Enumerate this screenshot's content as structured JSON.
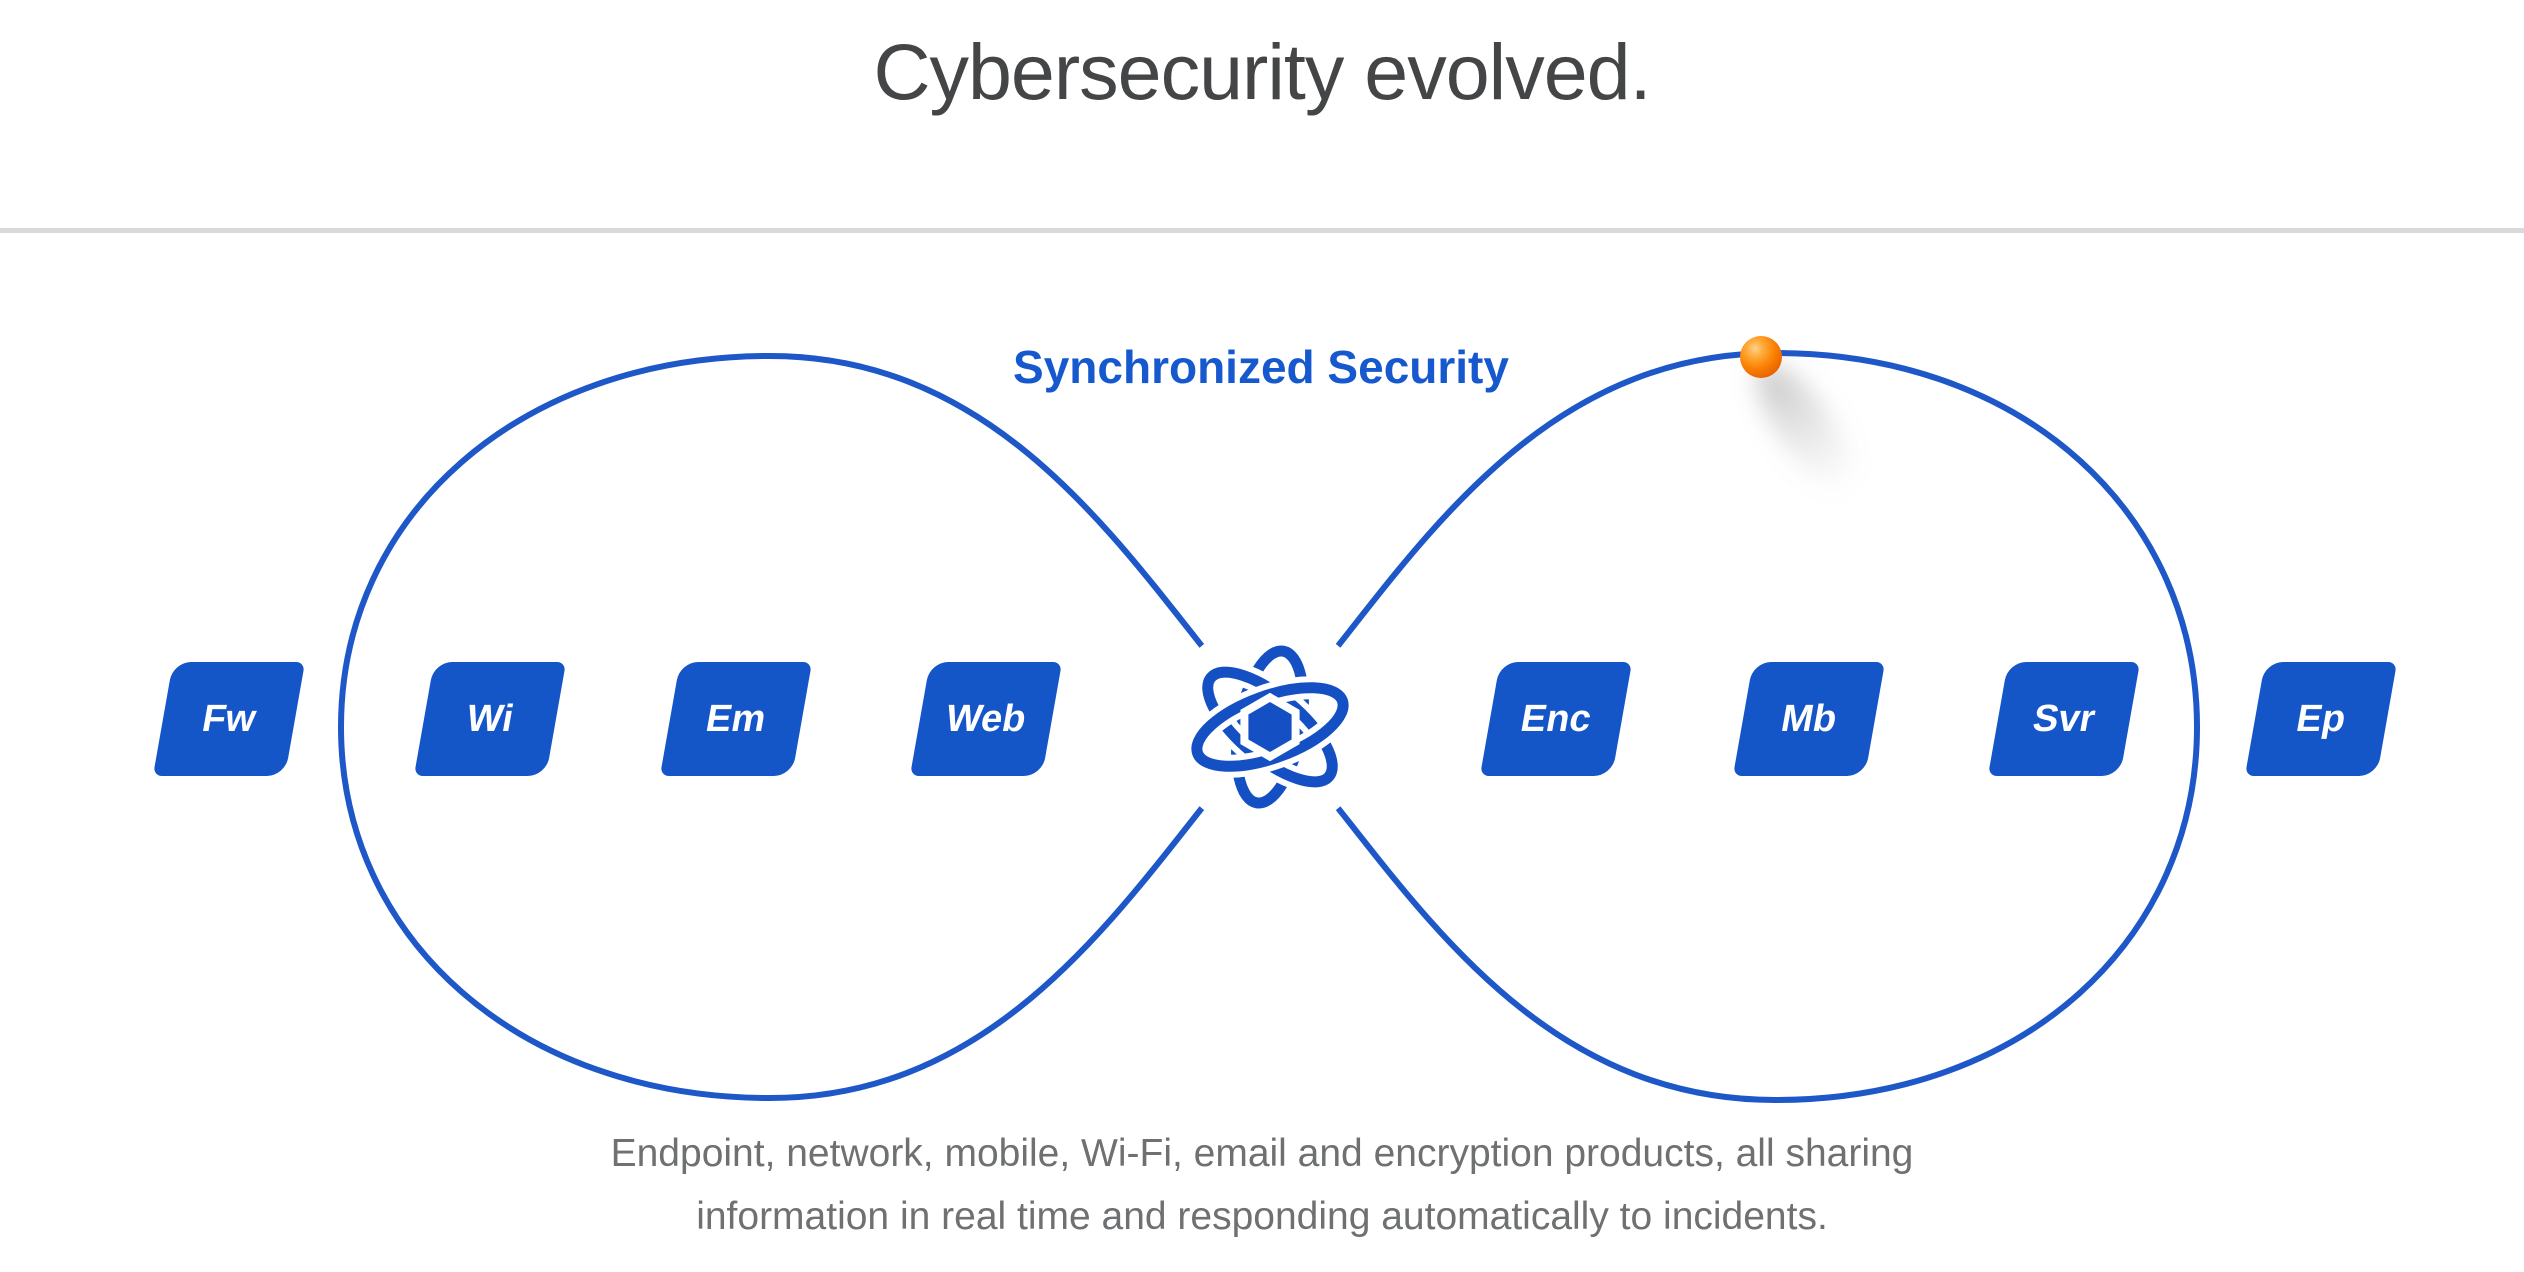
{
  "page": {
    "title": "Cybersecurity evolved.",
    "title_color": "#434547",
    "divider_color": "#d9d9d9",
    "background_color": "#ffffff"
  },
  "diagram": {
    "label": "Synchronized Security",
    "label_color": "#1658ce",
    "loop_color": "#1d57c8",
    "badge_color": "#1455c8",
    "badge_text_color": "#ffffff",
    "ball_color": "#f57d00",
    "badges": [
      {
        "id": "fw",
        "label": "Fw"
      },
      {
        "id": "wi",
        "label": "Wi"
      },
      {
        "id": "em",
        "label": "Em"
      },
      {
        "id": "web",
        "label": "Web"
      },
      {
        "id": "enc",
        "label": "Enc"
      },
      {
        "id": "mb",
        "label": "Mb"
      },
      {
        "id": "svr",
        "label": "Svr"
      },
      {
        "id": "ep",
        "label": "Ep"
      }
    ]
  },
  "caption": {
    "color": "#6e7071",
    "lines": [
      "Endpoint, network, mobile, Wi-Fi, email and encryption products, all sharing",
      "information in real time and responding automatically to incidents."
    ]
  }
}
